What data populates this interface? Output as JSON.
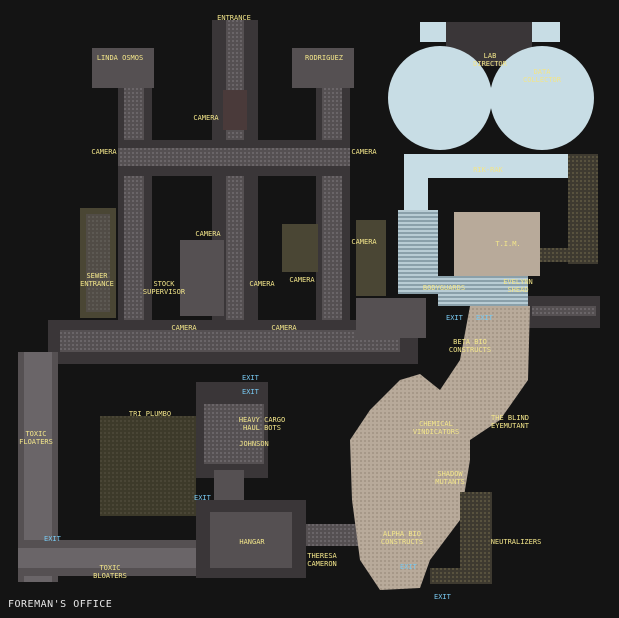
{
  "title": "FOREMAN'S OFFICE",
  "colors": {
    "background": "#141414",
    "corridor_dark": "#3a3638",
    "corridor_mid": "#555052",
    "floor_pattern": "#6a6568",
    "lab_fluid": "#c8dde5",
    "cave_floor": "#b8aa9a",
    "hedge_green": "#3d3a2a",
    "label_yellow": "#f2e58a",
    "exit_blue": "#78c8f0"
  },
  "labels": {
    "entrance": "ENTRANCE",
    "linda": "LINDA OSMOS",
    "rodriguez": "RODRIGUEZ",
    "lab_director": "LAB\nDIRECTOR",
    "data_collector": "DATA\nCOLLECTOR",
    "camera_top": "CAMERA",
    "camera_left": "CAMERA",
    "camera_right": "CAMERA",
    "rik_rak": "RIK-RAK",
    "camera_mid": "CAMERA",
    "camera_far_right": "CAMERA",
    "tim": "T.I.M.",
    "sewer": "SEWER\nENTRANCE",
    "stock": "STOCK\nSUPERVISOR",
    "camera_center": "CAMERA",
    "camera_lower_right": "CAMERA",
    "bodyguards": "BODYGUARDS",
    "evelynn": "EVELYNN\nSHEAD",
    "camera_bottom_left": "CAMERA",
    "camera_bottom_right": "CAMERA",
    "beta": "BETA BIO\nCONSTRUCTS",
    "tri_plumbo": "TRI PLUMBO",
    "heavy": "HEAVY CARGO\nHAUL BOTS",
    "johnson": "JOHNSON",
    "toxic_floaters": "TOXIC\nFLOATERS",
    "chemical": "CHEMICAL\nVINDICATORS",
    "blind": "THE BLIND\nEYEMUTANT",
    "shadow": "SHADOW\nMUTANTS",
    "hangar": "HANGAR",
    "alpha": "ALPHA BIO\nCONSTRUCTS",
    "neutralizers": "NEUTRALIZERS",
    "theresa": "THERESA\nCAMERON",
    "toxic_bloaters": "TOXIC\nBLOATERS"
  },
  "exits": {
    "exit1": "EXIT",
    "exit2": "EXIT",
    "exit3": "EXIT",
    "exit4": "EXIT",
    "exit5": "EXIT",
    "exit6": "EXIT",
    "exit7": "EXIT",
    "exit8": "EXIT"
  }
}
